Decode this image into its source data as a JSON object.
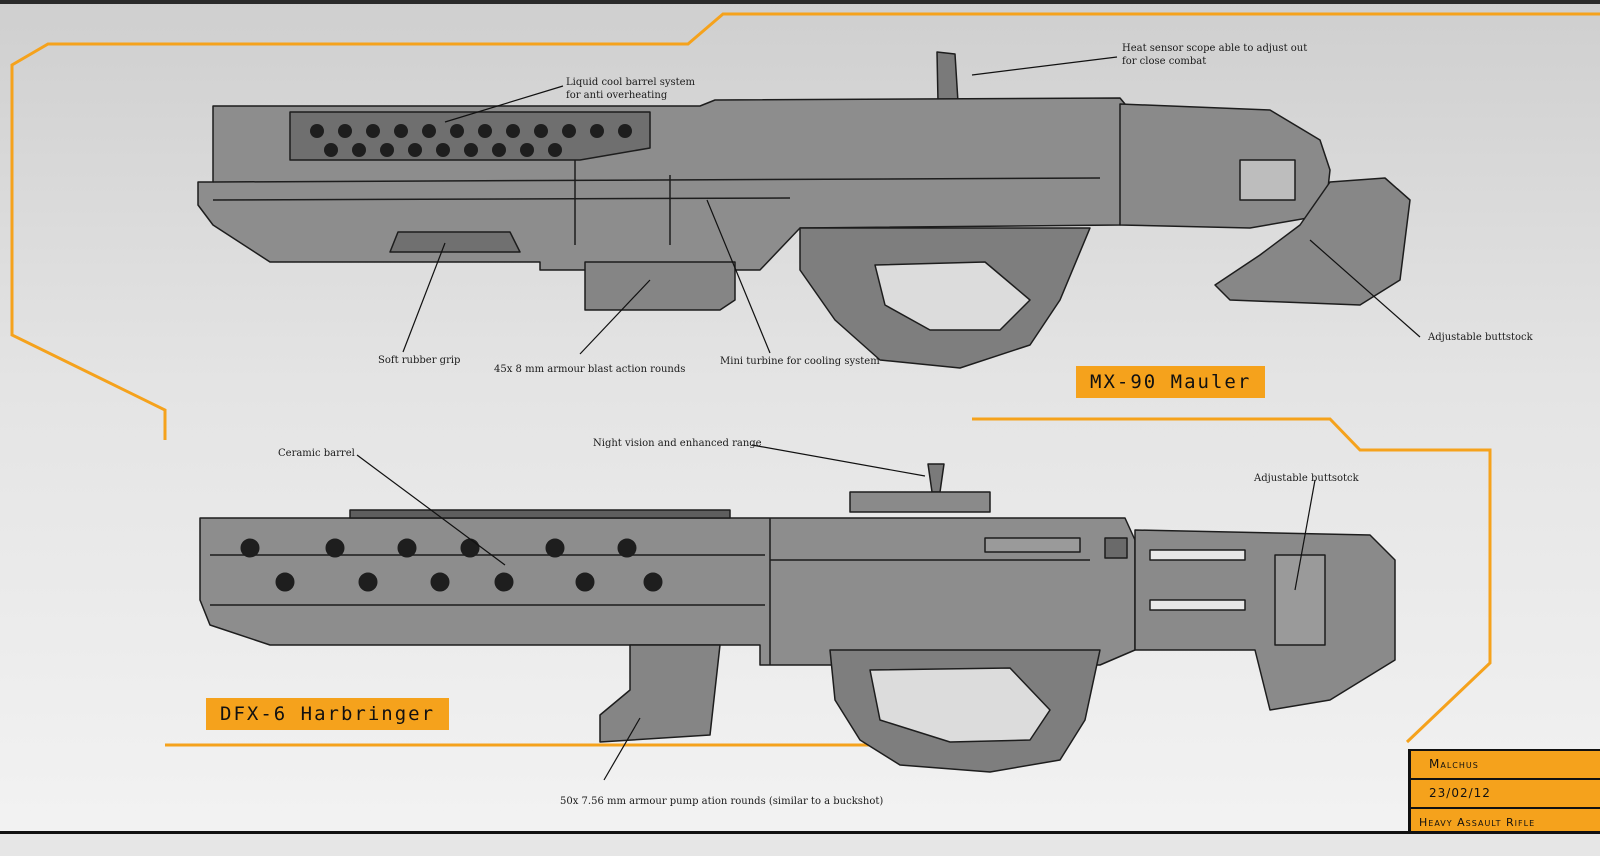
{
  "weapon_top": {
    "name": "MX-90 Mauler",
    "callouts": {
      "barrel": "Liquid  cool barrel system",
      "barrel_2": "for anti overheating",
      "scope": "Heat sensor scope able to adjust out",
      "scope_2": "for close combat",
      "grip": "Soft rubber grip",
      "magazine": "45x  8 mm armour blast action rounds",
      "turbine": "Mini turbine for cooling system",
      "buttstock": "Adjustable  buttstock"
    }
  },
  "weapon_bottom": {
    "name": "DFX-6 Harbringer",
    "callouts": {
      "barrel": "Ceramic barrel",
      "scope": "Night vision  and enhanced range",
      "buttstock": "Adjustable buttsotck",
      "magazine": "50x 7.56 mm armour pump ation rounds  (similar to a buckshot)"
    }
  },
  "title_block": {
    "author": "Malchus",
    "date": "23/02/12",
    "subject": "Heavy Assault Rifle"
  },
  "colors": {
    "accent": "#f5a21c",
    "gun_fill": "#8d8d8d",
    "gun_dark": "#5e5e5e",
    "line": "#111111"
  }
}
